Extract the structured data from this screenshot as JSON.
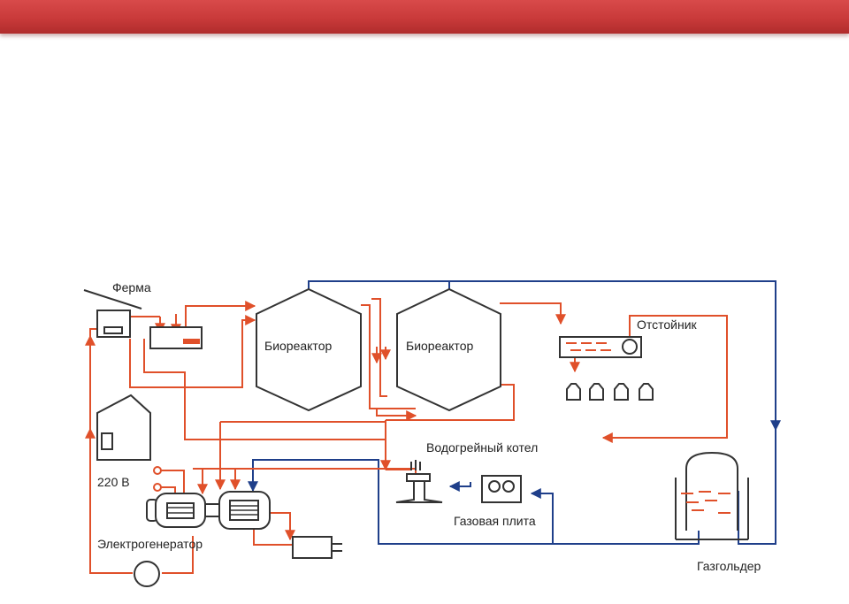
{
  "labels": {
    "farm": "Ферма",
    "bioreactor_1": "Биореактор",
    "bioreactor_2": "Биореактор",
    "settler": "Отстойник",
    "boiler": "Водогрейный котел",
    "voltage": "220 В",
    "gas_stove": "Газовая плита",
    "generator": "Электрогенератор",
    "gasholder": "Газгольдер"
  },
  "colors": {
    "header_bar": "#c93a3a",
    "warm_line": "#e0502a",
    "blue_line": "#1f3f8a",
    "outline": "#333333"
  }
}
